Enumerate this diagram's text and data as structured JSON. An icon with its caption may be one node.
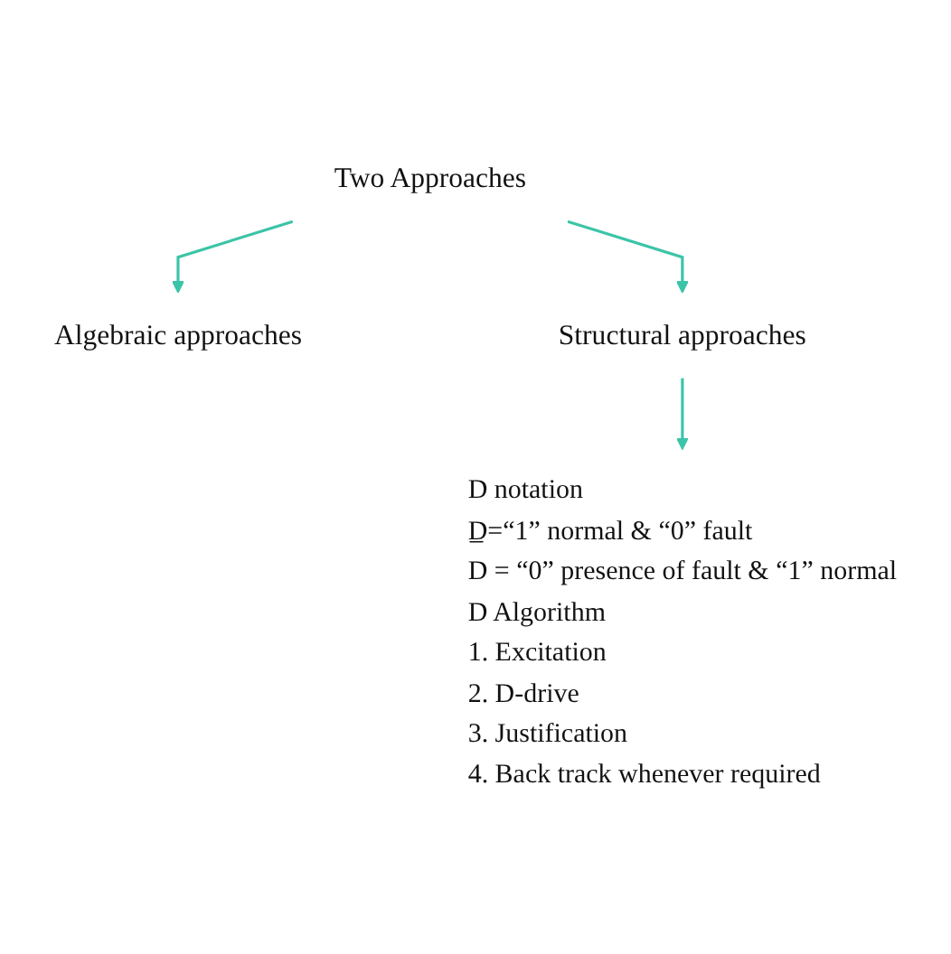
{
  "diagram": {
    "nodes": [
      {
        "text": [
          "Two Approaches"
        ]
      },
      {
        "text": [
          "Algebraic approaches"
        ]
      },
      {
        "text": [
          "Structural approaches"
        ]
      },
      {
        "text": [
          "D notation",
          "D̲=“1” normal & “0” fault",
          "D = “0” presence of fault & “1” normal",
          "D Algorithm",
          "1. Excitation",
          "2. D-drive",
          "3. Justification",
          "4. Back track whenever required"
        ]
      }
    ],
    "edges": [
      {
        "from": 0,
        "to": 1,
        "arrow": "to"
      },
      {
        "from": 0,
        "to": 2,
        "arrow": "to"
      },
      {
        "from": 2,
        "to": 3,
        "arrow": "to"
      }
    ]
  }
}
